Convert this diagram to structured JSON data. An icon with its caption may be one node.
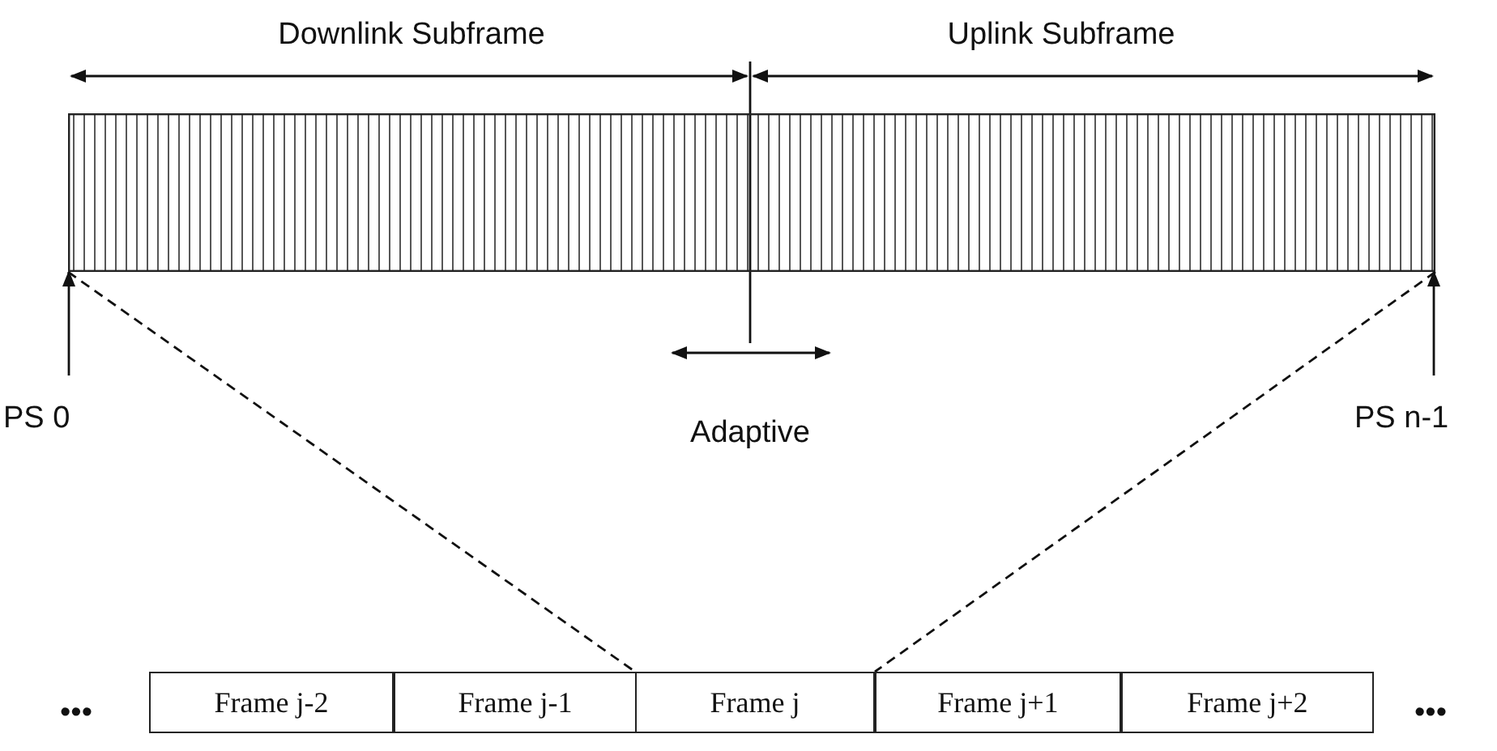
{
  "diagram": {
    "nodes": [
      {
        "text": [],
        "shape": "bar"
      },
      {
        "text": [
          "PS 0"
        ]
      },
      {
        "text": [
          "PS n-1"
        ]
      },
      {
        "text": [
          "Frame j-2"
        ]
      },
      {
        "text": [
          "Frame j-1"
        ]
      },
      {
        "text": [
          "Frame j"
        ]
      },
      {
        "text": [
          "Frame j+1"
        ]
      },
      {
        "text": [
          "Frame j+2"
        ]
      }
    ],
    "edges": [
      {
        "from": 1,
        "to": 0,
        "arrow": "to"
      },
      {
        "from": 2,
        "to": 0,
        "arrow": "to"
      },
      {
        "from": 0,
        "to": 5,
        "arrow": "none",
        "style": "dashed"
      },
      {
        "from": 0,
        "to": 5,
        "arrow": "none",
        "style": "dashed"
      }
    ],
    "labels": [
      "Downlink Subframe",
      "Uplink Subframe",
      "Adaptive",
      "•••",
      "•••"
    ]
  }
}
